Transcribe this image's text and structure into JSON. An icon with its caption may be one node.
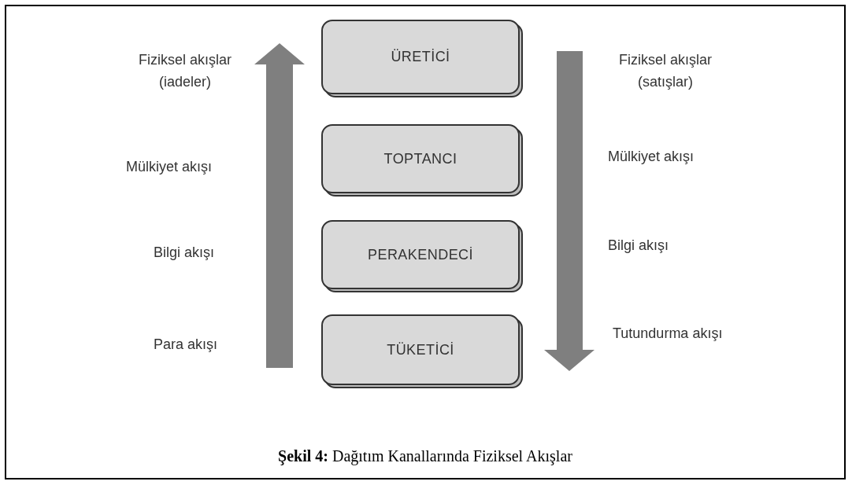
{
  "diagram": {
    "caption": "**Şekil 4:** Dağıtım Kanallarında Fiziksel Akışlar",
    "nodes": [
      {
        "text": [
          "ÜRETİCİ"
        ]
      },
      {
        "text": [
          "TOPTANCI"
        ]
      },
      {
        "text": [
          "PERAKENDECİ"
        ]
      },
      {
        "text": [
          "TÜKETİCİ"
        ]
      }
    ],
    "labels": [
      "Fiziksel akışlar (iadeler)",
      "Fiziksel akışlar (satışlar)",
      "Mülkiyet akışı",
      "Mülkiyet akışı",
      "Bilgi akışı",
      "Bilgi akışı",
      "Para akışı",
      "Tutundurma akışı"
    ]
  }
}
